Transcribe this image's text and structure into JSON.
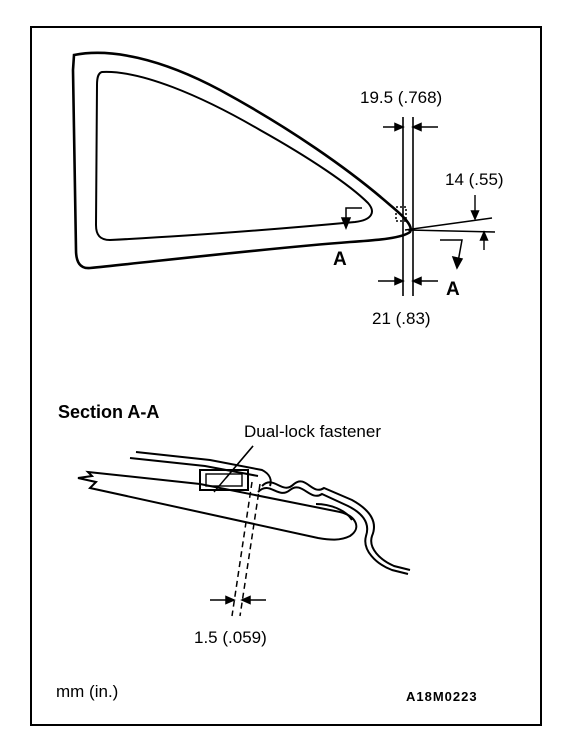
{
  "dimensions": {
    "top_gap": "19.5 (.768)",
    "right_offset": "14 (.55)",
    "bottom_gap": "21 (.83)",
    "fastener_offset": "1.5 (.059)"
  },
  "section_markers": {
    "left": "A",
    "right": "A"
  },
  "section_title": "Section  A-A",
  "callout": "Dual-lock fastener",
  "units_note": "mm (in.)",
  "figure_code": "A18M0223"
}
